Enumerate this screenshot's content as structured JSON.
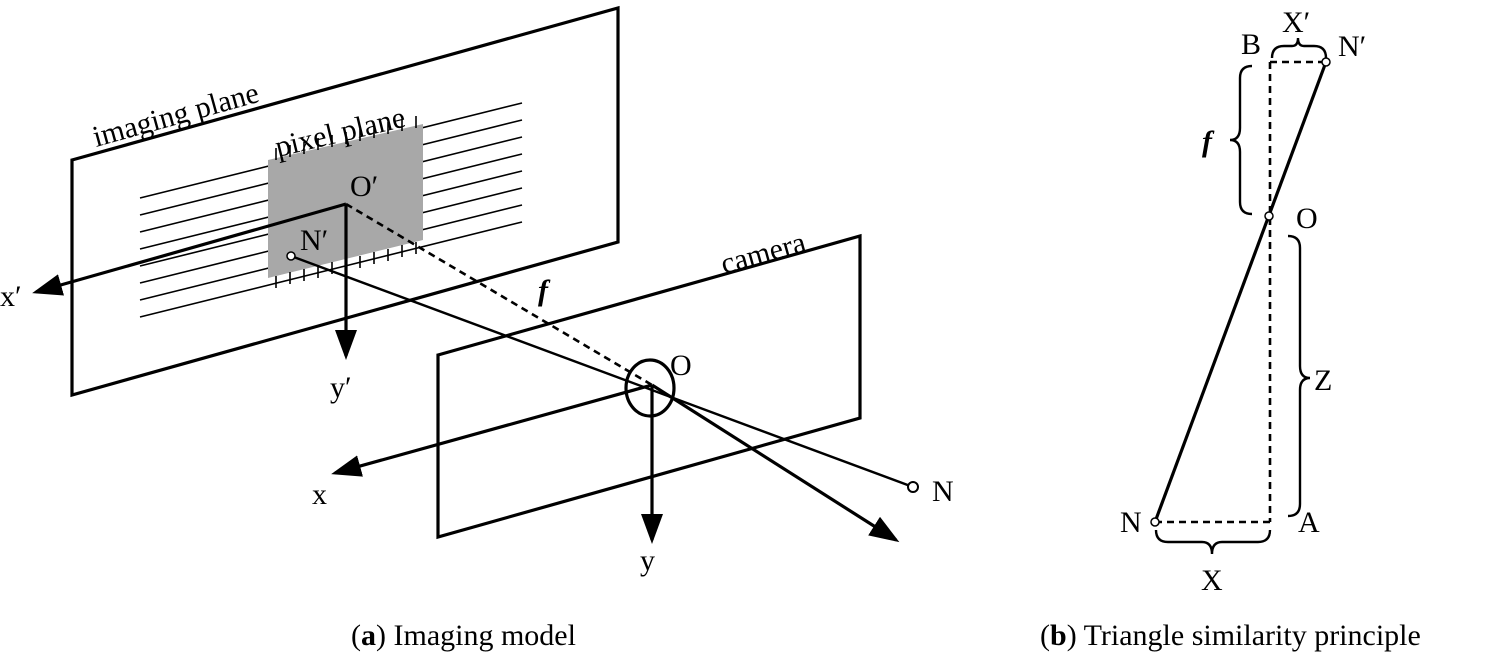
{
  "panel_a": {
    "labels": {
      "imaging_plane": "imaging plane",
      "pixel_plane": "pixel plane",
      "camera": "camera",
      "o_prime": "O′",
      "n_prime": "N′",
      "o": "O",
      "n": "N",
      "f": "f",
      "x_prime": "x′",
      "y_prime": "y′",
      "x": "x",
      "y": "y"
    },
    "caption": {
      "letter": "a",
      "text": "Imaging model"
    }
  },
  "panel_b": {
    "labels": {
      "b": "B",
      "x_prime": "X′",
      "n_prime": "N′",
      "f": "f",
      "o": "O",
      "z": "Z",
      "n": "N",
      "a": "A",
      "x": "X"
    },
    "caption": {
      "letter": "b",
      "text": "Triangle similarity principle"
    }
  },
  "colors": {
    "pixel_plane_fill": "#a8a8a8",
    "line": "#000000"
  }
}
